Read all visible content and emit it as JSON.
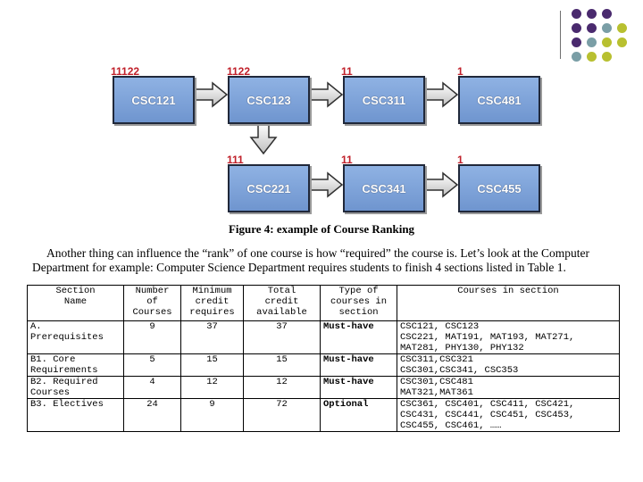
{
  "colors": {
    "box_fill": "#7ea2da",
    "rank": "#c0202a",
    "dot_purple": "#4a2a6e",
    "dot_teal": "#7a9ea6",
    "dot_olive": "#b8c030"
  },
  "diagram": {
    "boxes": [
      "CSC121",
      "CSC123",
      "CSC311",
      "CSC481",
      "CSC221",
      "CSC341",
      "CSC455"
    ],
    "ranks": [
      "11122",
      "1122",
      "11",
      "1",
      "111",
      "11",
      "1"
    ],
    "caption": "Figure 4: example of Course Ranking"
  },
  "paragraph": {
    "line1": "Another thing can influence the “rank” of one course is how “required” the course is. Let’s look at the Computer",
    "line2": "Department for example: Computer Science Department requires students to finish 4 sections listed in Table 1."
  },
  "table": {
    "headers": [
      [
        "Section",
        "Name"
      ],
      [
        "Number",
        "of",
        "Courses"
      ],
      [
        "Minimum",
        "credit",
        "requires"
      ],
      [
        "Total",
        "credit",
        "available"
      ],
      [
        "Type of",
        "courses in",
        "section"
      ],
      [
        "Courses in section"
      ]
    ],
    "rows": [
      {
        "name": [
          "A.",
          "Prerequisites"
        ],
        "number": "9",
        "minimum": "37",
        "total": "37",
        "type": "Must-have",
        "courses": [
          "CSC121, CSC123",
          "CSC221, MAT191, MAT193, MAT271,",
          "MAT281, PHY130, PHY132"
        ]
      },
      {
        "name": [
          "B1. Core",
          "Requirements"
        ],
        "number": "5",
        "minimum": "15",
        "total": "15",
        "type": "Must-have",
        "courses": [
          "CSC311,CSC321",
          "CSC301,CSC341, CSC353"
        ]
      },
      {
        "name": [
          "B2. Required",
          "Courses"
        ],
        "number": "4",
        "minimum": "12",
        "total": "12",
        "type": "Must-have",
        "courses": [
          "CSC301,CSC481",
          "MAT321,MAT361"
        ]
      },
      {
        "name": [
          "B3. Electives"
        ],
        "number": "24",
        "minimum": "9",
        "total": "72",
        "type": "Optional",
        "courses": [
          "CSC361, CSC401, CSC411, CSC421,",
          "CSC431, CSC441, CSC451, CSC453,",
          "CSC455, CSC461, ……"
        ]
      }
    ]
  }
}
